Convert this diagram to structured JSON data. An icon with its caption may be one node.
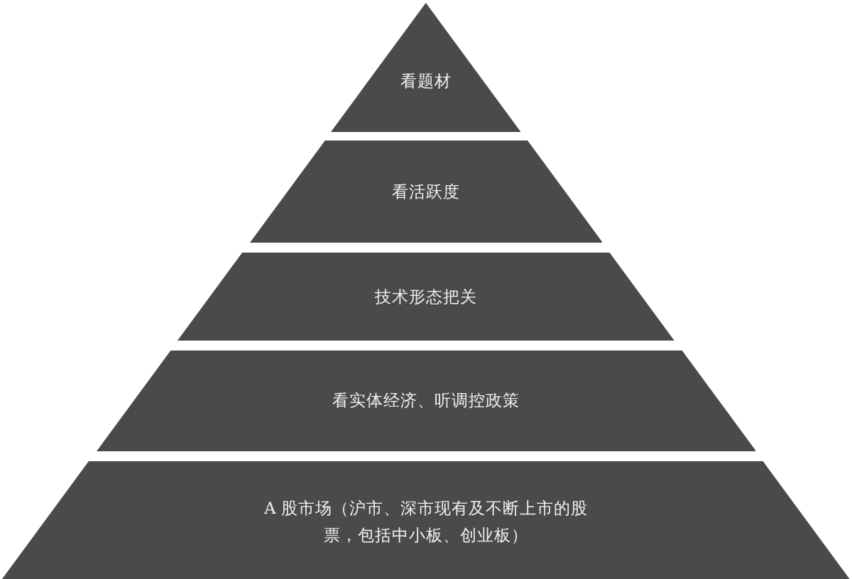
{
  "diagram": {
    "nodes": [
      {
        "text": [
          "看题材"
        ]
      },
      {
        "text": [
          "看活跃度"
        ]
      },
      {
        "text": [
          "技术形态把关"
        ]
      },
      {
        "text": [
          "看实体经济、听调控政策"
        ]
      },
      {
        "text": [
          "A 股市场（沪市、深市现有及不断上市的股票，包括中小板、创业板）"
        ]
      }
    ]
  }
}
